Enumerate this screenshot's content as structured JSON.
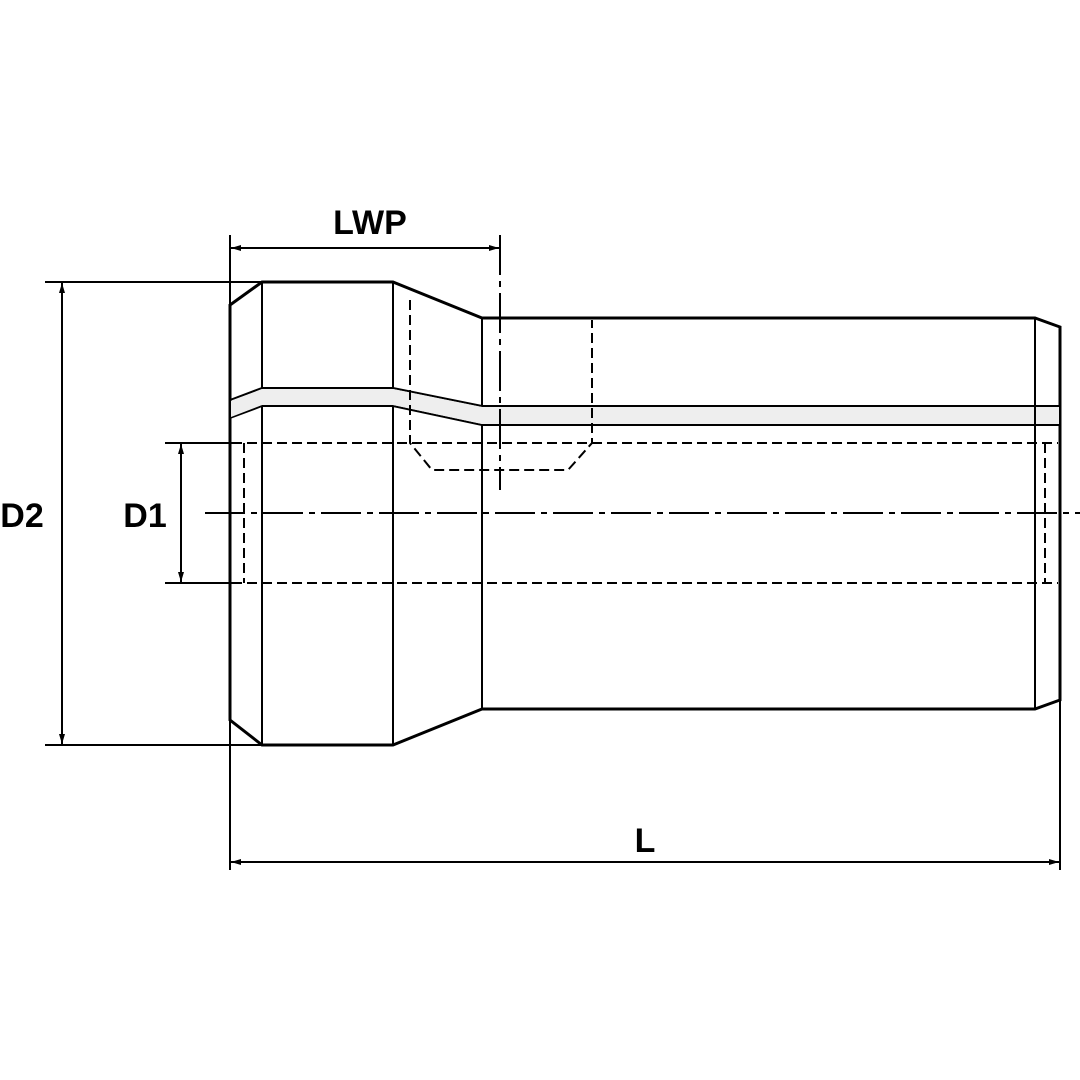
{
  "drawing": {
    "fill_color": "#d6d6d6",
    "line_color": "#000000",
    "dimensions": {
      "lwp": "LWP",
      "d2": "D2",
      "d1": "D1",
      "l": "L"
    }
  }
}
